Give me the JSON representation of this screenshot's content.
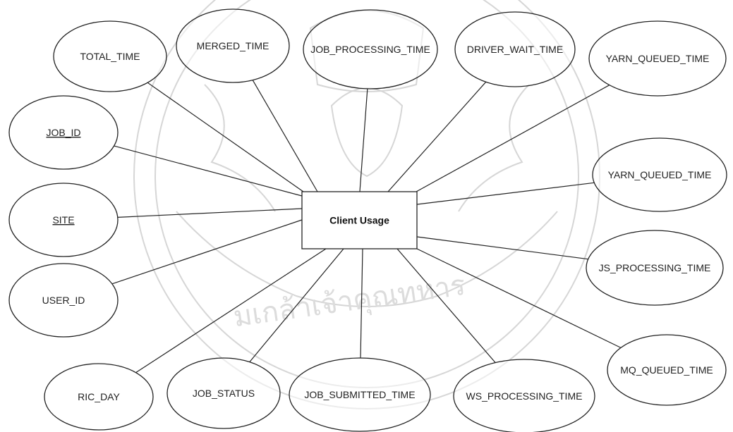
{
  "entity": {
    "label": "Client Usage"
  },
  "attributes": [
    {
      "id": "total-time",
      "label": "TOTAL_TIME",
      "underline": false
    },
    {
      "id": "merged-time",
      "label": "MERGED_TIME",
      "underline": false
    },
    {
      "id": "job-processing-time",
      "label": "JOB_PROCESSING_TIME",
      "underline": false
    },
    {
      "id": "driver-wait-time",
      "label": "DRIVER_WAIT_TIME",
      "underline": false
    },
    {
      "id": "yarn-queued-time-1",
      "label": "YARN_QUEUED_TIME",
      "underline": false
    },
    {
      "id": "job-id",
      "label": "JOB_ID",
      "underline": true
    },
    {
      "id": "yarn-queued-time-2",
      "label": "YARN_QUEUED_TIME",
      "underline": false
    },
    {
      "id": "site",
      "label": "SITE",
      "underline": true
    },
    {
      "id": "js-processing-time",
      "label": "JS_PROCESSING_TIME",
      "underline": false
    },
    {
      "id": "user-id",
      "label": "USER_ID",
      "underline": false
    },
    {
      "id": "mq-queued-time",
      "label": "MQ_QUEUED_TIME",
      "underline": false
    },
    {
      "id": "ric-day",
      "label": "RIC_DAY",
      "underline": false
    },
    {
      "id": "job-status",
      "label": "JOB_STATUS",
      "underline": false
    },
    {
      "id": "job-submitted-time",
      "label": "JOB_SUBMITTED_TIME",
      "underline": false
    },
    {
      "id": "ws-processing-time",
      "label": "WS_PROCESSING_TIME",
      "underline": false
    }
  ],
  "watermark": {
    "text": "มเกล้าเจ้า",
    "line_color": "#d6d6d6"
  },
  "colors": {
    "stroke": "#222222",
    "background": "#ffffff"
  }
}
